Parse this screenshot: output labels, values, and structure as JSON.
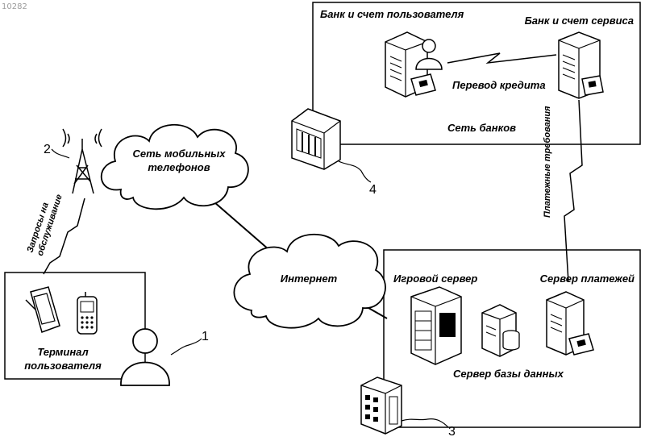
{
  "watermark": "10282",
  "labels": {
    "bank_user": "Банк и счет пользователя",
    "bank_service": "Банк и счет сервиса",
    "credit_transfer": "Перевод кредита",
    "bank_network": "Сеть банков",
    "mobile_network_1": "Сеть мобильных",
    "mobile_network_2": "телефонов",
    "internet": "Интернет",
    "service_requests_1": "Запросы на",
    "service_requests_2": "обслуживание",
    "payment_requirements": "Платежные требования",
    "game_server": "Игровой сервер",
    "payment_server": "Сервер платежей",
    "database_server": "Сервер базы данных",
    "user_terminal_1": "Терминал",
    "user_terminal_2": "пользователя"
  },
  "refs": {
    "r1": "1",
    "r2": "2",
    "r3": "3",
    "r4": "4"
  },
  "colors": {
    "ink": "#000000",
    "paper": "#ffffff"
  },
  "icons": [
    "server-icon",
    "user-icon",
    "card-icon",
    "building-icon",
    "antenna-tower-icon",
    "pda-icon",
    "mobile-phone-icon",
    "database-icon",
    "cloud-icon",
    "lightning-link-icon"
  ]
}
